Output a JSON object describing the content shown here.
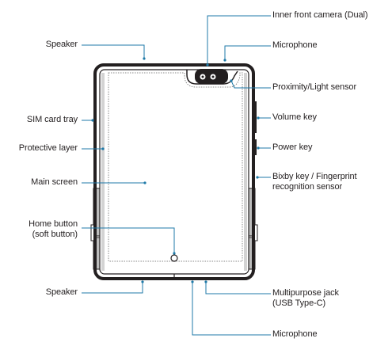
{
  "labels": {
    "speaker_top": "Speaker",
    "sim_card_tray": "SIM card tray",
    "protective_layer": "Protective layer",
    "main_screen": "Main screen",
    "home_button_line1": "Home button",
    "home_button_line2": "(soft button)",
    "speaker_bottom": "Speaker",
    "inner_front_camera": "Inner front camera (Dual)",
    "microphone_top": "Microphone",
    "proximity_light_sensor": "Proximity/Light sensor",
    "volume_key": "Volume key",
    "power_key": "Power key",
    "bixby_key_line1": "Bixby key / Fingerprint",
    "bixby_key_line2": "recognition sensor",
    "multipurpose_jack_line1": "Multipurpose jack",
    "multipurpose_jack_line2": "(USB Type-C)",
    "microphone_bottom": "Microphone"
  },
  "colors": {
    "leader_line": "#1f7aa8",
    "device_outline": "#231f20",
    "device_side": "#bdbdbd",
    "text": "#231f20"
  }
}
